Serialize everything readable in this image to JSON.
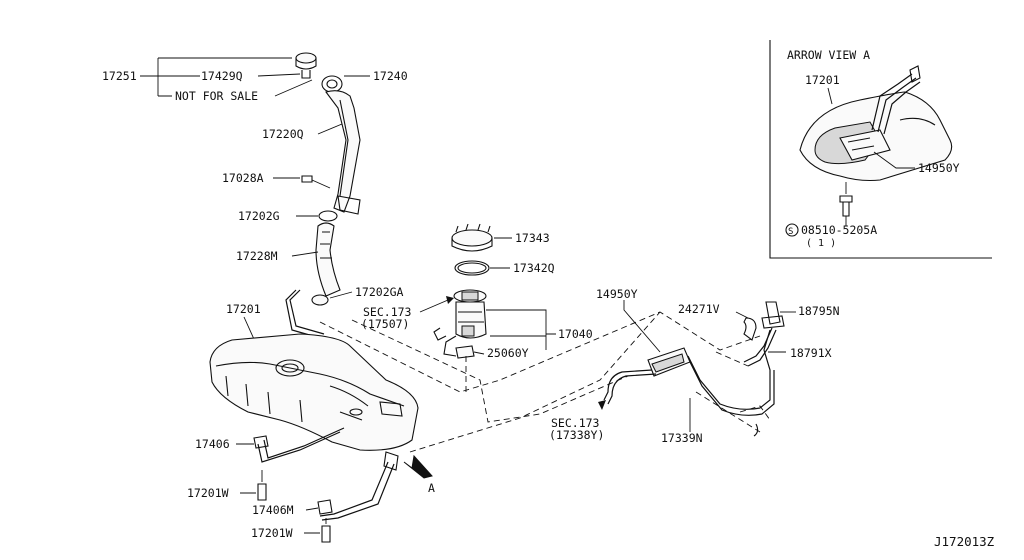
{
  "diagram_id": "J172013Z",
  "inset": {
    "title": "ARROW VIEW A",
    "labels": {
      "tank": "17201",
      "canister": "14950Y",
      "screw_code": "08510-5205A",
      "screw_qty": "( 1 )",
      "screw_symbol": "S"
    }
  },
  "labels": {
    "filler_group": "17251",
    "cap": "17429Q",
    "not_for_sale": "NOT FOR SALE",
    "gasket": "17240",
    "filler_tube": "17220Q",
    "bolt": "17028A",
    "clamp_upper": "17202G",
    "filler_hose": "17228M",
    "clamp_lower": "17202GA",
    "fuel_tank": "17201",
    "lock_ring": "17343",
    "seal_ring": "17342Q",
    "pump_unit": "17040",
    "sender": "25060Y",
    "sec_pump_line1": "SEC.173",
    "sec_pump_line2": "(17507)",
    "canister": "14950Y",
    "bracket": "24271V",
    "clip": "18795N",
    "drain_hose": "18791X",
    "sec_evap_line1": "SEC.173",
    "sec_evap_line2": "(17338Y)",
    "evap_tube": "17339N",
    "strap_left": "17406",
    "strap_bolt_left": "17201W",
    "strap_right": "17406M",
    "strap_bolt_right": "17201W",
    "arrow_a": "A"
  }
}
